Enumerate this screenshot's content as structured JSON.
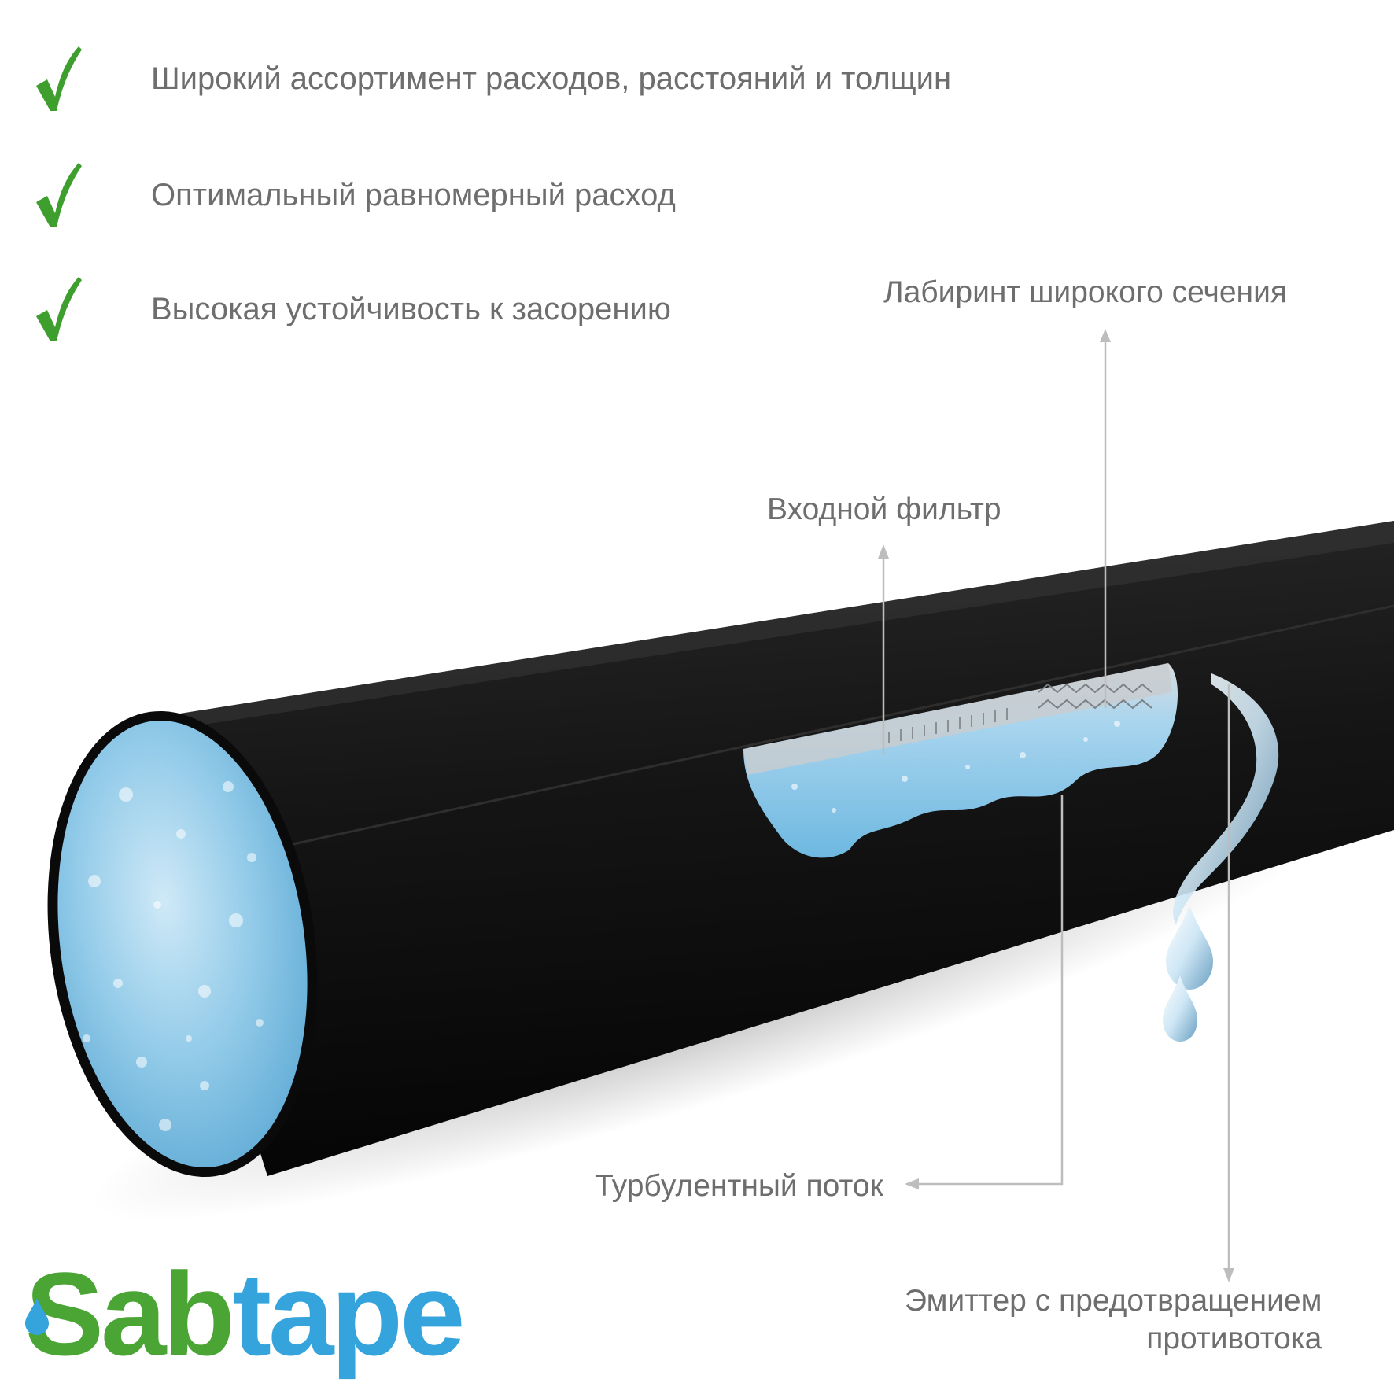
{
  "features": [
    {
      "icon": "check-icon",
      "text": "Широкий ассортимент расходов, расстояний  и толщин"
    },
    {
      "icon": "check-icon",
      "text": "Оптимальный равномерный расход"
    },
    {
      "icon": "check-icon",
      "text": "Высокая устойчивость к засорению"
    }
  ],
  "callouts": {
    "labyrinth": "Лабиринт широкого сечения",
    "inlet_filter": "Входной фильтр",
    "turbulent_flow": "Турбулентный поток",
    "emitter_line1": "Эмиттер с предотвращением",
    "emitter_line2": "противотока"
  },
  "brand": {
    "part1": "Sab",
    "part2": "tape",
    "color_green": "#4aa535",
    "color_blue": "#35a3dc"
  },
  "colors": {
    "check_green": "#3f9f2e",
    "text_gray": "#6e6e6e",
    "pipe": "#1c1c1c",
    "water": "#8cc6e6",
    "arrow_line": "#bdbdbd"
  }
}
